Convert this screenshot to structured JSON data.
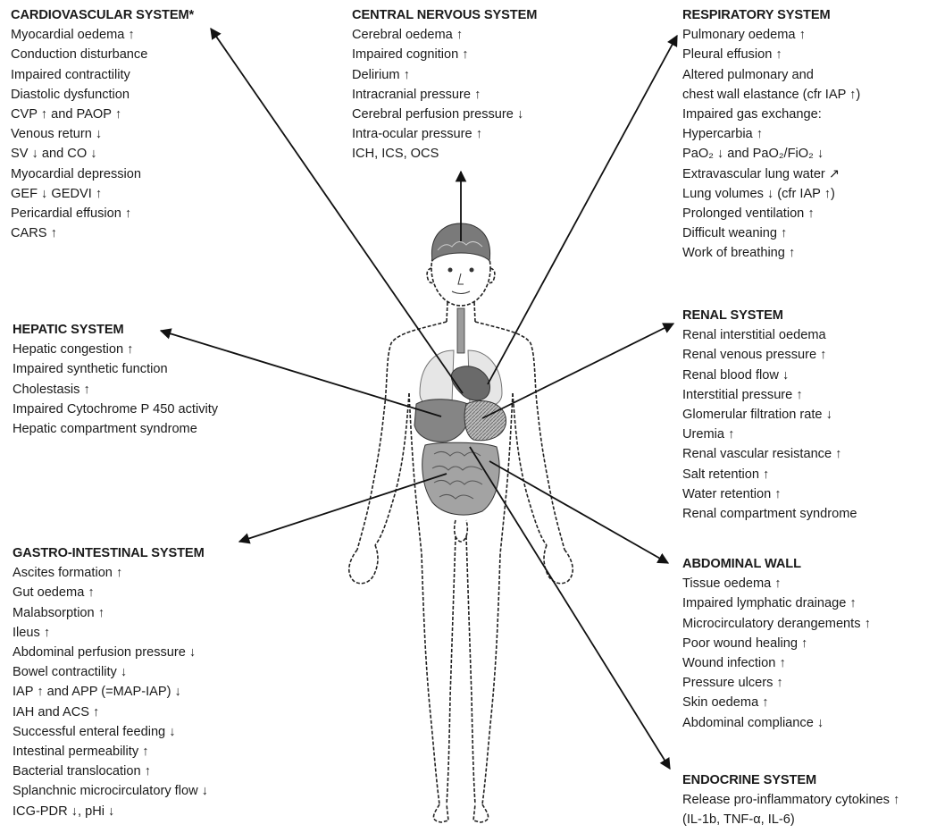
{
  "colors": {
    "text": "#1a1a1a",
    "arrow": "#111111",
    "organ_fill": "#8f8f8f",
    "body_outline": "#222222"
  },
  "sections": {
    "cardio": {
      "title": "CARDIOVASCULAR SYSTEM*",
      "items": [
        "Myocardial oedema ↑",
        "Conduction disturbance",
        "Impaired contractility",
        "Diastolic dysfunction",
        "CVP ↑ and PAOP ↑",
        "Venous return ↓",
        "SV ↓ and CO ↓",
        "Myocardial depression",
        "GEF ↓ GEDVI ↑",
        "Pericardial effusion ↑",
        "CARS ↑"
      ]
    },
    "cns": {
      "title": "CENTRAL NERVOUS SYSTEM",
      "items": [
        "Cerebral oedema ↑",
        "Impaired cognition ↑",
        "Delirium ↑",
        "Intracranial pressure ↑",
        "Cerebral perfusion pressure ↓",
        "Intra-ocular pressure ↑",
        "ICH, ICS, OCS"
      ]
    },
    "resp": {
      "title": "RESPIRATORY SYSTEM",
      "items": [
        "Pulmonary oedema ↑",
        "Pleural effusion ↑",
        "Altered pulmonary and",
        "chest wall elastance (cfr IAP ↑)",
        "Impaired gas exchange:",
        "Hypercarbia ↑",
        "PaO₂ ↓ and PaO₂/FiO₂ ↓",
        "Extravascular lung water ↗",
        "Lung volumes ↓ (cfr IAP ↑)",
        "Prolonged ventilation ↑",
        "Difficult weaning ↑",
        "Work of breathing ↑"
      ]
    },
    "hepatic": {
      "title": "HEPATIC SYSTEM",
      "items": [
        "Hepatic congestion ↑",
        "Impaired synthetic function",
        "Cholestasis ↑",
        "Impaired Cytochrome P 450 activity",
        "Hepatic compartment syndrome"
      ]
    },
    "renal": {
      "title": "RENAL SYSTEM",
      "items": [
        "Renal interstitial oedema",
        "Renal venous pressure ↑",
        "Renal blood flow ↓",
        "Interstitial pressure ↑",
        "Glomerular filtration rate ↓",
        "Uremia ↑",
        "Renal vascular resistance ↑",
        "Salt retention ↑",
        "Water retention ↑",
        "Renal compartment syndrome"
      ]
    },
    "gi": {
      "title": "GASTRO-INTESTINAL SYSTEM",
      "items": [
        "Ascites formation ↑",
        "Gut oedema ↑",
        "Malabsorption ↑",
        "Ileus ↑",
        "Abdominal perfusion pressure ↓",
        "Bowel contractility ↓",
        "IAP ↑ and APP (=MAP-IAP) ↓",
        "IAH and ACS ↑",
        "Successful enteral feeding ↓",
        "Intestinal permeability ↑",
        "Bacterial translocation ↑",
        "Splanchnic microcirculatory flow ↓",
        "ICG-PDR ↓, pHi ↓"
      ]
    },
    "abdwall": {
      "title": "ABDOMINAL WALL",
      "items": [
        "Tissue oedema ↑",
        "Impaired lymphatic drainage ↑",
        "Microcirculatory derangements ↑",
        "Poor wound healing ↑",
        "Wound infection ↑",
        "Pressure ulcers ↑",
        "Skin oedema ↑",
        "Abdominal compliance ↓"
      ]
    },
    "endo": {
      "title": "ENDOCRINE SYSTEM",
      "items": [
        "Release pro-inflammatory cytokines ↑",
        "(IL-1b, TNF-α, IL-6)"
      ]
    }
  }
}
